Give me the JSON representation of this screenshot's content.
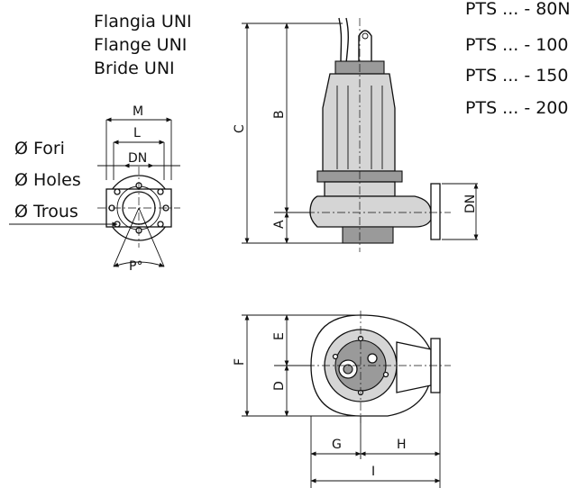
{
  "flange_labels": [
    "Flangia UNI",
    "Flange UNI",
    "Bride UNI"
  ],
  "hole_labels": [
    "Ø Fori",
    "Ø Holes",
    "Ø Trous"
  ],
  "models": [
    "PTS ... - 80N",
    "PTS ... - 100",
    "PTS ... - 150",
    "PTS ... - 200"
  ],
  "dims": {
    "M": "M",
    "L": "L",
    "DN_top": "DN",
    "P": "P°",
    "C": "C",
    "B": "B",
    "A": "A",
    "DN_side": "DN",
    "F": "F",
    "E": "E",
    "D": "D",
    "G": "G",
    "H": "H",
    "I": "I"
  }
}
